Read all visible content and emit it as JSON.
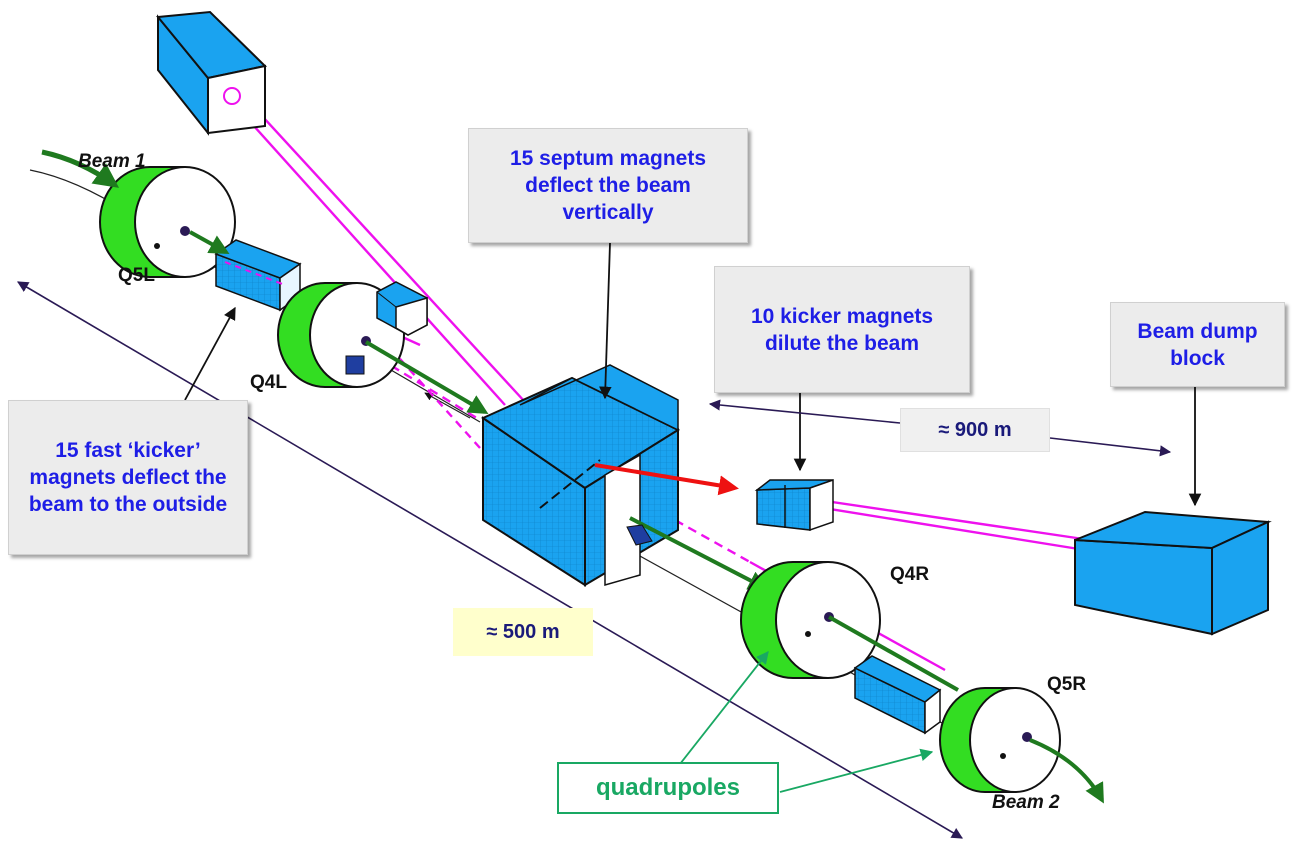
{
  "beams": {
    "beam1": "Beam 1",
    "beam2": "Beam 2"
  },
  "quadrupole_labels": {
    "q5l": "Q5L",
    "q4l": "Q4L",
    "q4r": "Q4R",
    "q5r": "Q5R"
  },
  "callouts": {
    "septum": "15 septum magnets deflect the beam vertically",
    "kicker_fast": "15 fast ‘kicker’ magnets deflect the beam to the outside",
    "kicker_dilute": "10 kicker magnets dilute the beam",
    "dump": "Beam dump block",
    "quadrupoles": "quadrupoles"
  },
  "distances": {
    "long": "≈ 900 m",
    "short": "≈ 500 m"
  },
  "colors": {
    "magnet_fill": "#1aa3f0",
    "magnet_face": "#e8f6ff",
    "quadrupole_green": "#33dd22",
    "beam_line_green": "#1f7a1f",
    "extracted_beam_red": "#ee1111",
    "dump_line_magenta": "#ee11ee",
    "callout_text": "#1e1ee6",
    "quadrupoles_box": "#19a863",
    "short_distance_bg": "#ffffcc"
  }
}
